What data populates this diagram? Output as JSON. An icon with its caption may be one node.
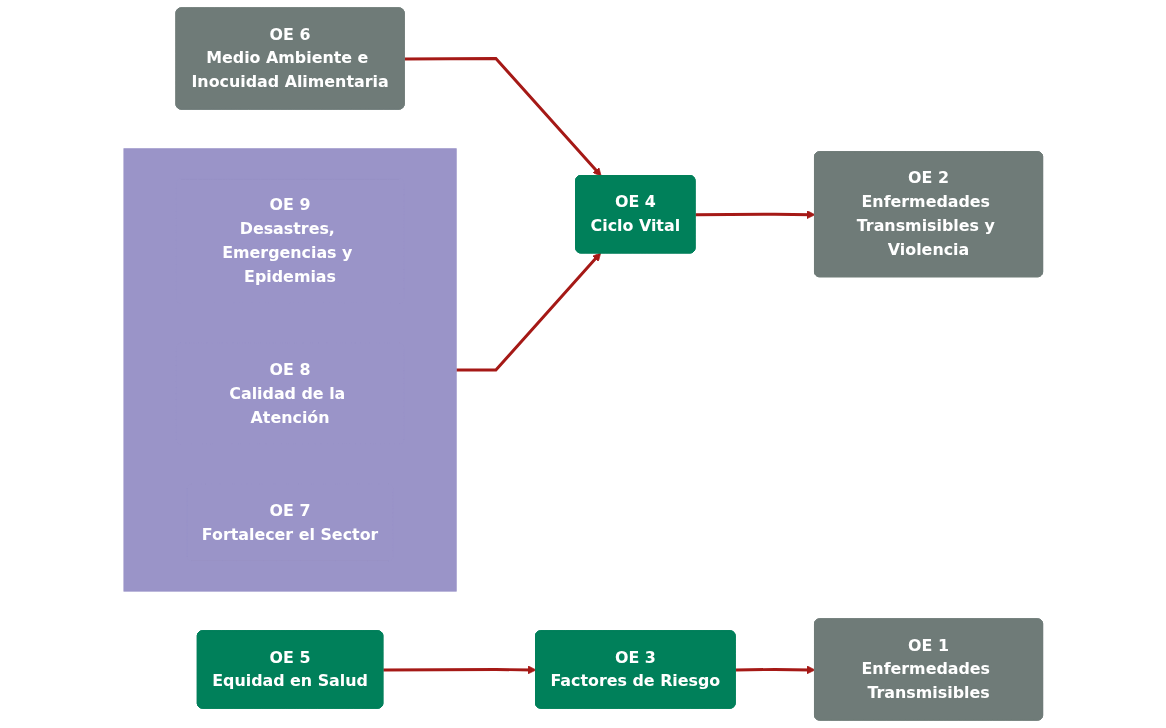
{
  "diagram": {
    "nodes": [
      {
        "text": [
          "OE 5",
          "Equidad en Salud"
        ]
      },
      {
        "text": [
          "OE 3",
          "Factores de Riesgo"
        ]
      },
      {
        "text": [
          "OE 1",
          "Enfermedades Transmisibles"
        ]
      },
      {
        "text": [
          "OE 6",
          "Medio Ambiente e Inocuidad Alimentaria"
        ]
      },
      {
        "text": [
          "OE 4",
          "Ciclo Vital"
        ]
      },
      {
        "text": [
          "OE 2",
          "Enfermedades Transmisibles y Violencia"
        ]
      },
      {
        "text": [],
        "shape": "bar"
      },
      {
        "text": [
          "OE 9",
          "Desastres, Emergencias y Epidemias"
        ],
        "in": 6
      },
      {
        "text": [
          "OE 8",
          "Calidad de la Atención"
        ],
        "in": 6
      },
      {
        "text": [
          "OE 7",
          "Fortalecer el Sector"
        ],
        "in": 6
      }
    ],
    "edges": [
      {
        "from": 0,
        "to": 1,
        "arrow": "to"
      },
      {
        "from": 3,
        "to": 4,
        "arrow": "to"
      },
      {
        "from": 1,
        "to": 2,
        "arrow": "to"
      },
      {
        "from": 4,
        "to": 5,
        "arrow": "to"
      },
      {
        "from": 6,
        "to": 4,
        "arrow": "to"
      }
    ]
  }
}
